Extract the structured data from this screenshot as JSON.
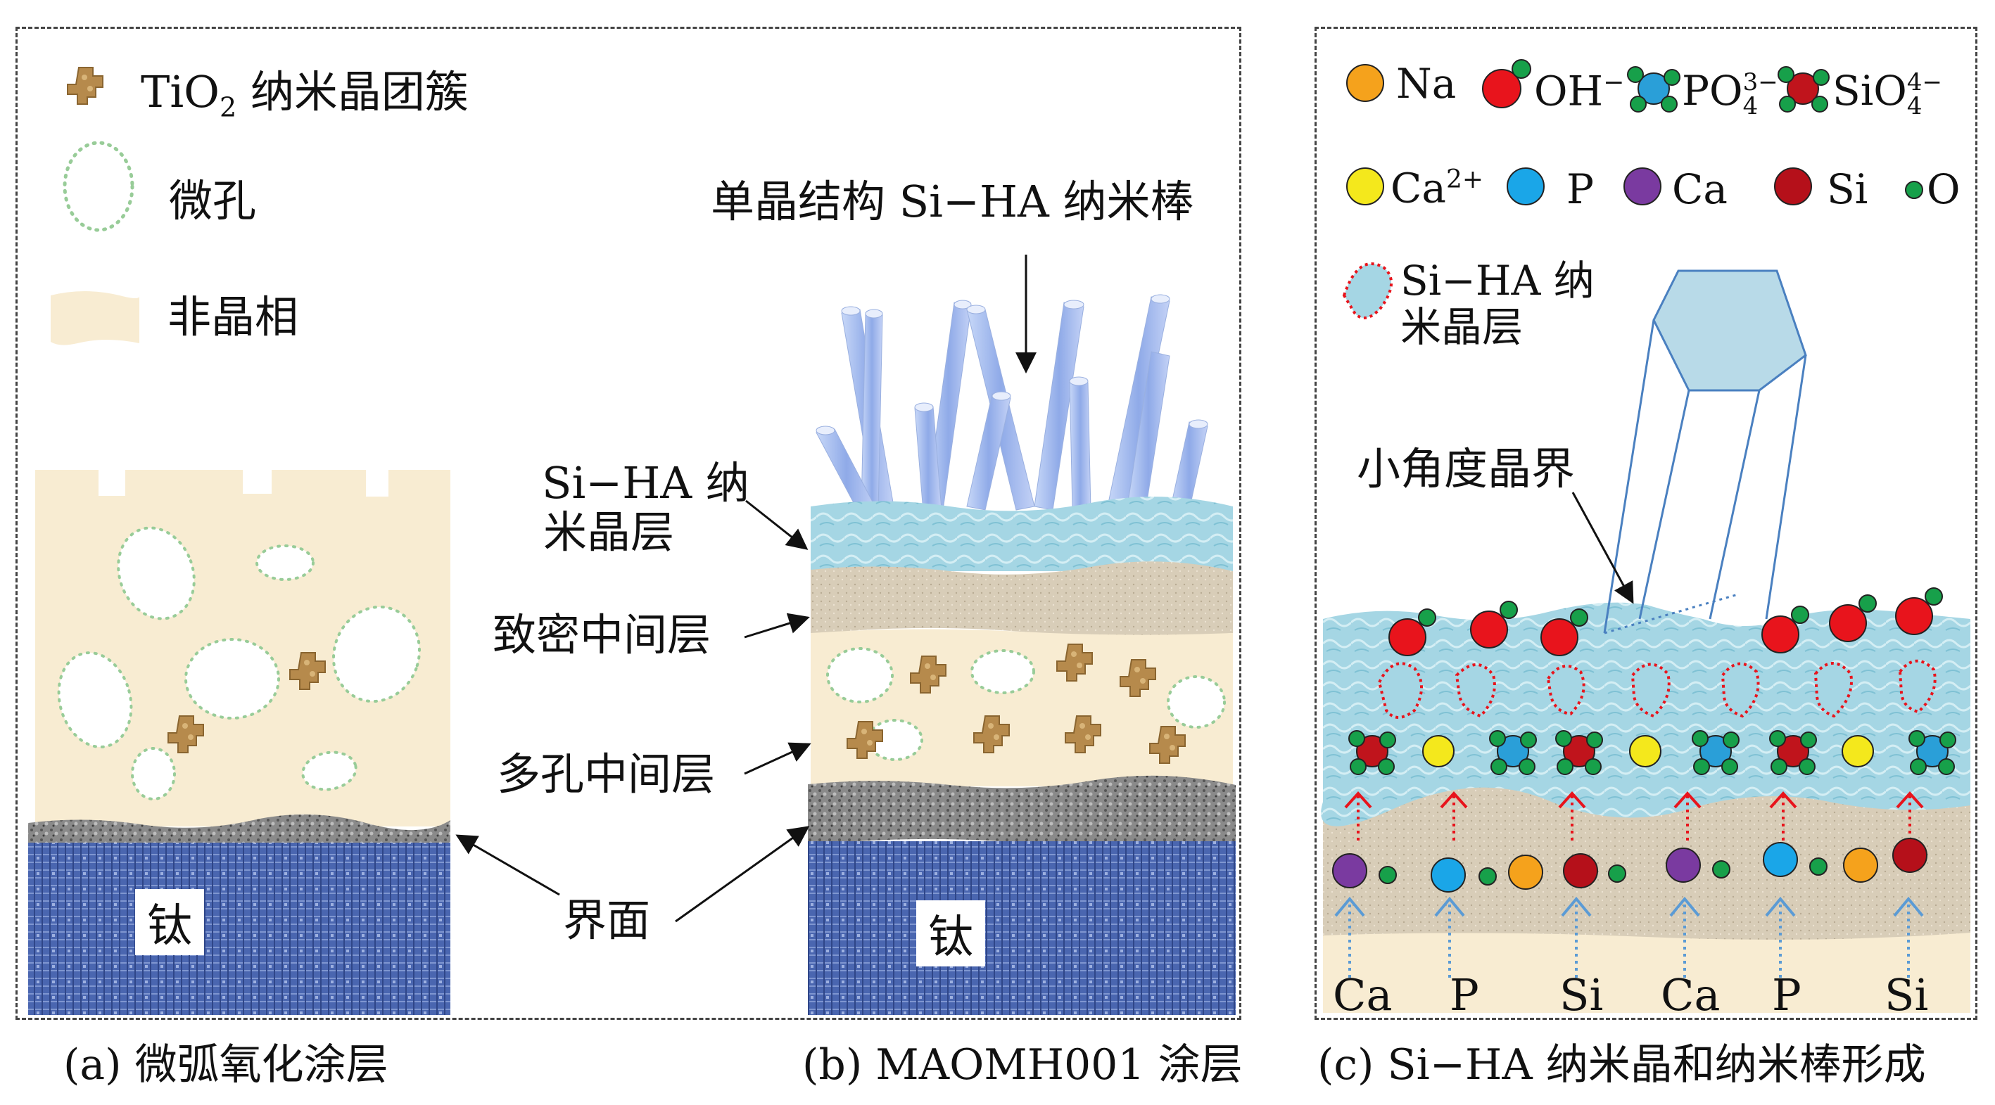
{
  "legend_a": {
    "cluster": "TiO",
    "cluster_sub": "2",
    "cluster_rest": " 纳米晶团簇",
    "pore": "微孔",
    "amorphous": "非晶相"
  },
  "panel_a": {
    "substrate": "钛",
    "caption": "(a) 微弧氧化涂层"
  },
  "panel_b": {
    "rod_label": "单晶结构 Si−HA 纳米棒",
    "nanolayer_line1": "Si−HA 纳",
    "nanolayer_line2": "米晶层",
    "dense_layer": "致密中间层",
    "porous_layer": "多孔中间层",
    "interface": "界面",
    "substrate": "钛",
    "caption": "(b) MAOMH001 涂层"
  },
  "legend_c": {
    "na": "Na",
    "oh": "OH",
    "oh_sup": "−",
    "po": "PO",
    "po_sub": "4",
    "po_sup": "3−",
    "sio": "SiO",
    "sio_sub": "4",
    "sio_sup": "4−",
    "ca2": "Ca",
    "ca2_sup": "2+",
    "p": "P",
    "ca": "Ca",
    "si": "Si",
    "o": "O",
    "layer_line1": "Si−HA 纳",
    "layer_line2": "米晶层"
  },
  "panel_c": {
    "grain_boundary": "小角度晶界",
    "bottom_labels": [
      "Ca",
      "P",
      "Si",
      "Ca",
      "P",
      "Si"
    ],
    "caption": "(c) Si−HA 纳米晶和纳米棒形成"
  },
  "colors": {
    "na": "#f5a21c",
    "oh": "#e8141c",
    "po": "#2a9fd8",
    "sio": "#c0141c",
    "ca2": "#f4e81c",
    "p_ion": "#1aa6e8",
    "ca_ion": "#7a3aa0",
    "si_ion": "#b5101a",
    "o": "#17a04a",
    "ti": "#3a5aa8",
    "amorphous": "#f8ecd2",
    "dense": "#d9cfbd",
    "nanolayer": "#a8d8e4",
    "rod": "#a8c0f0"
  }
}
